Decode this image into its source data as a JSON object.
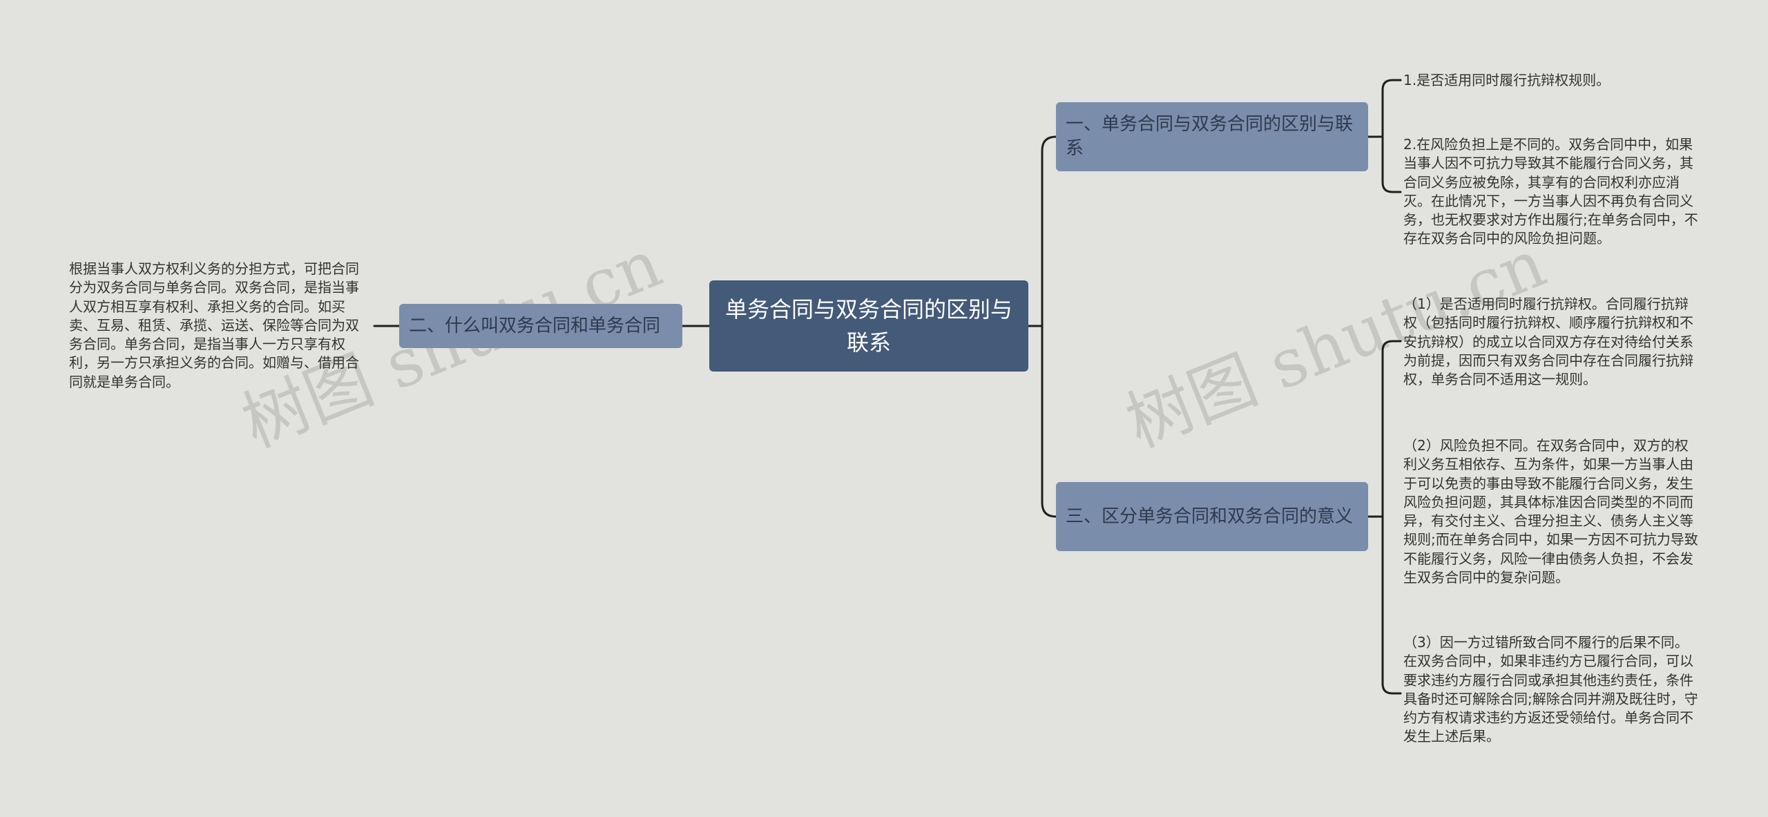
{
  "center": {
    "label": "单务合同与双务合同的区别与联系"
  },
  "branches": [
    {
      "label": "一、单务合同与双务合同的区别与联系"
    },
    {
      "label": "二、什么叫双务合同和单务合同"
    },
    {
      "label": "三、区分单务合同和双务合同的意义"
    }
  ],
  "leaves": [
    {
      "text": "1.是否适用同时履行抗辩权规则。"
    },
    {
      "text": "2.在风险负担上是不同的。双务合同中中，如果当事人因不可抗力导致其不能履行合同义务，其合同义务应被免除，其享有的合同权利亦应消灭。在此情况下，一方当事人因不再负有合同义务，也无权要求对方作出履行;在单务合同中，不存在双务合同中的风险负担问题。"
    },
    {
      "text": "根据当事人双方权利义务的分担方式，可把合同分为双务合同与单务合同。双务合同，是指当事人双方相互享有权利、承担义务的合同。如买卖、互易、租赁、承揽、运送、保险等合同为双务合同。单务合同，是指当事人一方只享有权利，另一方只承担义务的合同。如赠与、借用合同就是单务合同。"
    },
    {
      "text": "（1）是否适用同时履行抗辩权。合同履行抗辩权（包括同时履行抗辩权、顺序履行抗辩权和不安抗辩权）的成立以合同双方存在对待给付关系为前提，因而只有双务合同中存在合同履行抗辩权，单务合同不适用这一规则。"
    },
    {
      "text": "（2）风险负担不同。在双务合同中，双方的权利义务互相依存、互为条件，如果一方当事人由于可以免责的事由导致不能履行合同义务，发生风险负担问题，其具体标准因合同类型的不同而异，有交付主义、合理分担主义、债务人主义等规则;而在单务合同中，如果一方因不可抗力导致不能履行义务，风险一律由债务人负担，不会发生双务合同中的复杂问题。"
    },
    {
      "text": "（3）因一方过错所致合同不履行的后果不同。在双务合同中，如果非违约方已履行合同，可以要求违约方履行合同或承担其他违约责任，条件具备时还可解除合同;解除合同并溯及既往时，守约方有权请求违约方返还受领给付。单务合同不发生上述后果。"
    }
  ],
  "watermark": "树图 shutu.cn",
  "colors": {
    "center": "#435a78",
    "branch": "#7a8dab",
    "line": "#1f1f1f",
    "background": "#e2e2de"
  }
}
